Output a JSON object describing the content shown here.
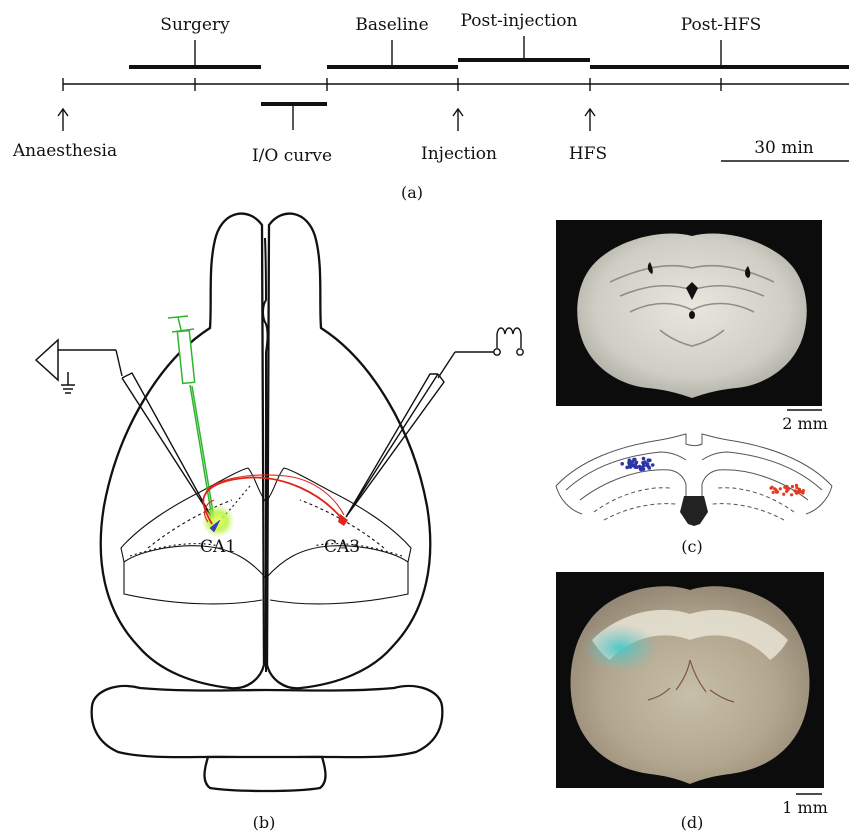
{
  "timeline": {
    "phases": {
      "surgery": "Surgery",
      "baseline": "Baseline",
      "post_injection": "Post-injection",
      "post_hfs": "Post-HFS",
      "io_curve": "I/O curve"
    },
    "events": {
      "anaesthesia": "Anaesthesia",
      "injection": "Injection",
      "hfs": "HFS"
    },
    "scale_bar": "30 min",
    "panel_label": "(a)"
  },
  "brain": {
    "region_ca1": "CA1",
    "region_ca3": "CA3",
    "panel_label": "(b)"
  },
  "section_c": {
    "scale_bar": "2 mm",
    "panel_label": "(c)"
  },
  "section_d": {
    "scale_bar": "1 mm",
    "panel_label": "(d)"
  },
  "colors": {
    "stim_path": "#e0241b",
    "injection": "#2fb52f",
    "glow": "#b9f23a",
    "ca1_marker": "#3a3fb8",
    "blue_dots": "#2b35a8",
    "red_dots": "#e03a22",
    "tissue_dark": "#0c0c0c",
    "tissue_light": "#d9d8cf"
  }
}
